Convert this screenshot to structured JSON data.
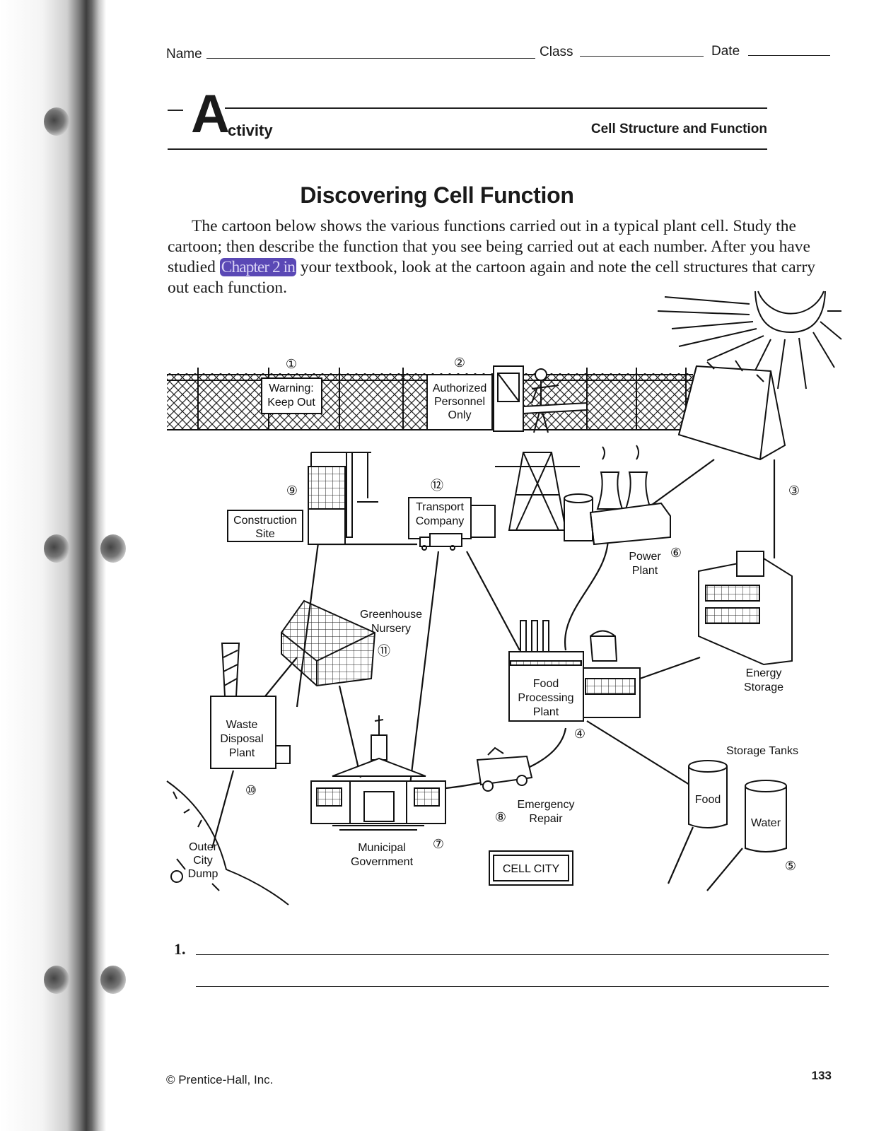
{
  "header": {
    "name_label": "Name",
    "class_label": "Class",
    "date_label": "Date"
  },
  "banner": {
    "big_letter": "A",
    "rest": "ctivity",
    "section": "Cell Structure and Function"
  },
  "title": "Discovering Cell Function",
  "intro": {
    "part1": "The cartoon below shows the various functions carried out in a typical plant cell. Study the cartoon; then describe the function that you see being carried out at each number. After you have studied ",
    "scribbled": "Chapter 2 in",
    "part2": " your textbook, look at the cartoon again and note the cell structures that carry out each function."
  },
  "diagram": {
    "numbers": [
      "①",
      "②",
      "③",
      "④",
      "⑤",
      "⑥",
      "⑦",
      "⑧",
      "⑨",
      "⑩",
      "⑪",
      "⑫"
    ],
    "signs": {
      "warning": [
        "Warning:",
        "Keep Out"
      ],
      "authorized": [
        "Authorized",
        "Personnel",
        "Only"
      ],
      "construction": [
        "Construction",
        "Site"
      ],
      "transport": [
        "Transport",
        "Company"
      ],
      "power": [
        "Power",
        "Plant"
      ],
      "greenhouse": [
        "Greenhouse",
        "Nursery"
      ],
      "energy": [
        "Energy",
        "Storage"
      ],
      "food_plant": [
        "Food",
        "Processing",
        "Plant"
      ],
      "waste": [
        "Waste",
        "Disposal",
        "Plant"
      ],
      "storage_tanks": "Storage Tanks",
      "food_tank": "Food",
      "water_tank": "Water",
      "emergency": [
        "Emergency",
        "Repair"
      ],
      "municipal": [
        "Municipal",
        "Government"
      ],
      "dump": [
        "Outer",
        "City",
        "Dump"
      ],
      "cell_city": "CELL CITY"
    }
  },
  "answers": {
    "first_number": "1."
  },
  "footer": {
    "copyright": "© Prentice-Hall, Inc.",
    "page": "133"
  }
}
